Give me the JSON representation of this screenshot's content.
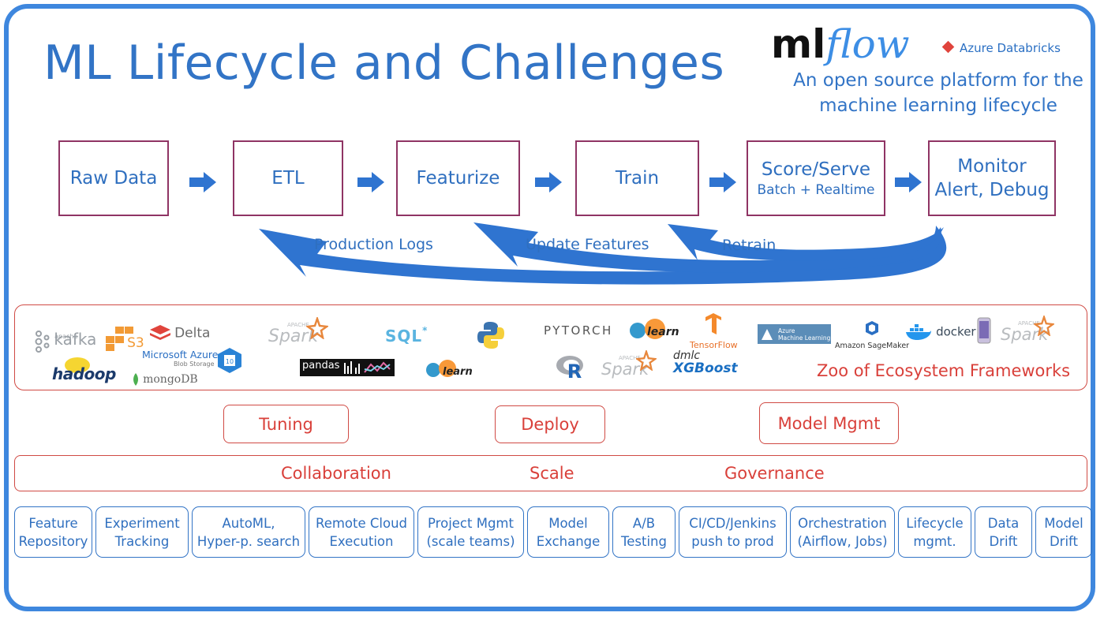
{
  "header": {
    "title": "ML Lifecycle and  Challenges",
    "logo_ml": "ml",
    "logo_flow": "flow",
    "partner": "Azure Databricks",
    "tagline_line1": "An open source platform for the",
    "tagline_line2": "machine learning lifecycle"
  },
  "pipeline": {
    "stages": [
      {
        "label": "Raw Data",
        "sub": ""
      },
      {
        "label": "ETL",
        "sub": ""
      },
      {
        "label": "Featurize",
        "sub": ""
      },
      {
        "label": "Train",
        "sub": ""
      },
      {
        "label": "Score/Serve",
        "sub": "Batch + Realtime"
      },
      {
        "label": "Monitor",
        "sub": "Alert, Debug"
      }
    ],
    "feedback": [
      "Production Logs",
      "Update Features",
      "Retrain"
    ]
  },
  "ecosystem": {
    "title": "Zoo of Ecosystem Frameworks",
    "logos": {
      "kafka": "kafka",
      "kafka_small": "apache",
      "s3": "S3",
      "delta": "Delta",
      "azure_blob": "Microsoft Azure",
      "azure_blob_sub": "Blob Storage",
      "hadoop": "hadoop",
      "mongodb": "mongoDB",
      "spark": "Spark",
      "apache": "APACHE",
      "sql": "SQL",
      "pandas": "pandas",
      "sklearn": "learn",
      "pytorch": "PYTORCH",
      "r": "R",
      "tensorflow": "TensorFlow",
      "dmlc": "dmlc",
      "xgboost": "XGBoost",
      "azure_ml_1": "Azure",
      "azure_ml_2": "Machine Learning",
      "sagemaker": "Amazon SageMaker",
      "docker": "docker"
    }
  },
  "challenges": {
    "pills": [
      "Tuning",
      "Deploy",
      "Model Mgmt"
    ],
    "bar": [
      "Collaboration",
      "Scale",
      "Governance"
    ]
  },
  "capabilities": [
    {
      "line1": "Feature",
      "line2": "Repository"
    },
    {
      "line1": "Experiment",
      "line2": "Tracking"
    },
    {
      "line1": "AutoML,",
      "line2": "Hyper-p. search"
    },
    {
      "line1": "Remote Cloud",
      "line2": "Execution"
    },
    {
      "line1": "Project Mgmt",
      "line2": "(scale teams)"
    },
    {
      "line1": "Model",
      "line2": "Exchange"
    },
    {
      "line1": "A/B",
      "line2": "Testing"
    },
    {
      "line1": "CI/CD/Jenkins",
      "line2": "push to prod"
    },
    {
      "line1": "Orchestration",
      "line2": "(Airflow, Jobs)"
    },
    {
      "line1": "Lifecycle",
      "line2": "mgmt."
    },
    {
      "line1": "Data",
      "line2": "Drift"
    },
    {
      "line1": "Model",
      "line2": "Drift"
    }
  ],
  "colors": {
    "frame_blue": "#3e87de",
    "title_blue": "#3274c6",
    "stage_border": "#8f3464",
    "challenge_red": "#d9403a",
    "arrow_blue": "#2f74d0"
  }
}
